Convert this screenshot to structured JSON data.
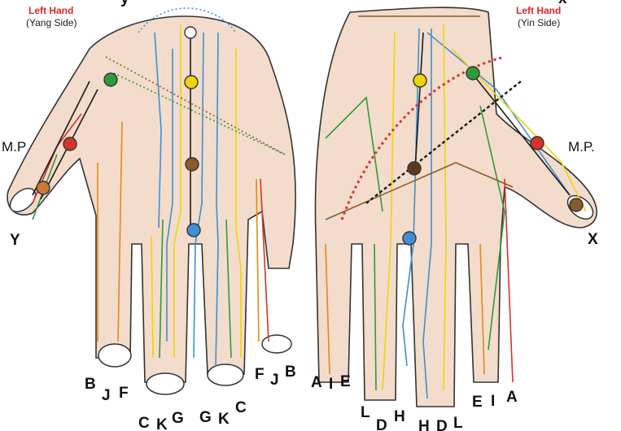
{
  "left_hand": {
    "title": "Left Hand",
    "subtitle": "(Yang Side)",
    "mp_label": "M.P",
    "y_label": "Y",
    "finger_labels": [
      "B",
      "J",
      "F",
      "C",
      "K",
      "G",
      "G",
      "K",
      "C",
      "F",
      "J",
      "B"
    ]
  },
  "right_hand": {
    "title": "Left Hand",
    "subtitle": "(Yin Side)",
    "mp_label": "M.P.",
    "x_label": "X",
    "finger_labels": [
      "A",
      "I",
      "E",
      "L",
      "D",
      "H",
      "H",
      "D",
      "L",
      "E",
      "I",
      "A"
    ]
  },
  "top_cut_labels": [
    "y",
    "x"
  ],
  "colors": {
    "skin": "#f3dccb",
    "blue": "#3f8fd6",
    "yellow": "#f0d40a",
    "green": "#2f9a3a",
    "red": "#d6332a",
    "orange": "#e08a1e",
    "brown": "#8b5a2b",
    "dark": "#1a1a1a"
  }
}
